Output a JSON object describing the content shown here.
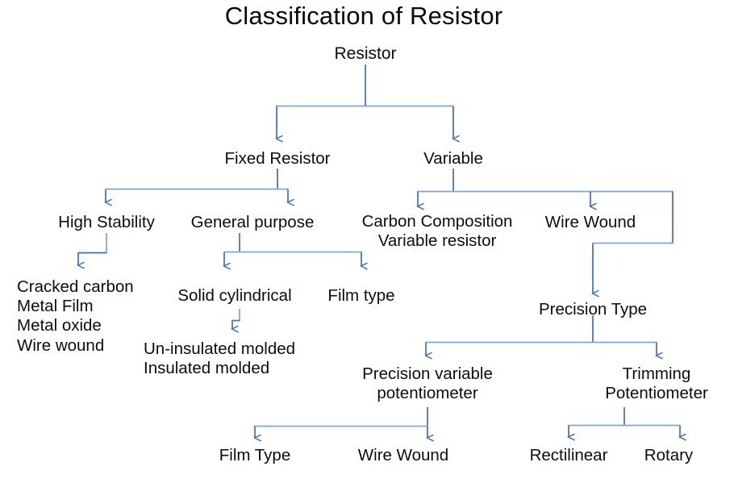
{
  "title": "Classification of Resistor",
  "colors": {
    "edge_vertical": "#3f6fb5",
    "edge_horizontal": "#7da7d9",
    "text": "#0d0d0d",
    "background": "#ffffff"
  },
  "diagram": {
    "type": "tree",
    "root": "Resistor",
    "nodes": {
      "root": "Resistor",
      "fixed": "Fixed Resistor",
      "variable": "Variable",
      "high_stability": "High Stability",
      "general_purpose": "General purpose",
      "carbon_composition": "Carbon Composition\nVariable resistor",
      "wire_wound_var": "Wire Wound",
      "high_stability_list": "Cracked carbon\nMetal Film\nMetal oxide\nWire wound",
      "solid_cylindrical": "Solid cylindrical",
      "film_type_fixed": "Film type",
      "molded_list": "Un-insulated molded\nInsulated molded",
      "precision_type": "Precision Type",
      "precision_variable_pot": "Precision variable\npotentiometer",
      "trimming_pot": "Trimming\nPotentiometer",
      "film_type_leaf": "Film Type",
      "wire_wound_leaf": "Wire Wound",
      "rectilinear": "Rectilinear",
      "rotary": "Rotary"
    },
    "edges": [
      {
        "from": "root",
        "to": "fixed"
      },
      {
        "from": "root",
        "to": "variable"
      },
      {
        "from": "fixed",
        "to": "high_stability"
      },
      {
        "from": "fixed",
        "to": "general_purpose"
      },
      {
        "from": "variable",
        "to": "carbon_composition"
      },
      {
        "from": "variable",
        "to": "wire_wound_var"
      },
      {
        "from": "variable",
        "to": "precision_type"
      },
      {
        "from": "high_stability",
        "to": "high_stability_list"
      },
      {
        "from": "general_purpose",
        "to": "solid_cylindrical"
      },
      {
        "from": "general_purpose",
        "to": "film_type_fixed"
      },
      {
        "from": "solid_cylindrical",
        "to": "molded_list"
      },
      {
        "from": "precision_type",
        "to": "precision_variable_pot"
      },
      {
        "from": "precision_type",
        "to": "trimming_pot"
      },
      {
        "from": "precision_variable_pot",
        "to": "film_type_leaf"
      },
      {
        "from": "precision_variable_pot",
        "to": "wire_wound_leaf"
      },
      {
        "from": "trimming_pot",
        "to": "rectilinear"
      },
      {
        "from": "trimming_pot",
        "to": "rotary"
      }
    ]
  }
}
